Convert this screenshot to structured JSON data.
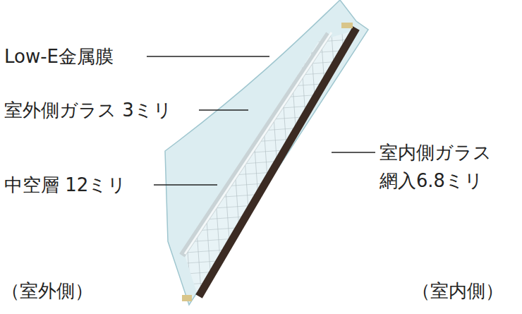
{
  "diagram": {
    "labels": [
      "Low-E金属膜",
      "室外側ガラス 3ミリ",
      "中空層 12ミリ",
      "室内側ガラス 網入6.8ミリ",
      "（室外側）",
      "（室内側）"
    ]
  }
}
